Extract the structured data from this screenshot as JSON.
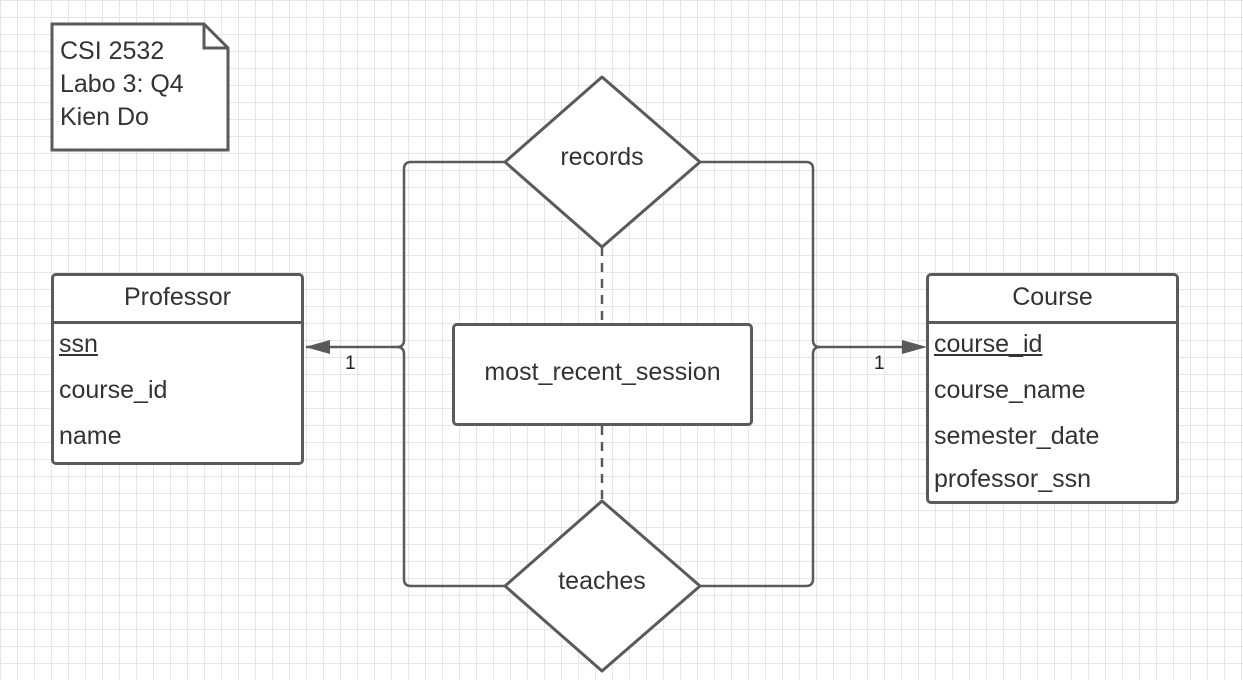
{
  "note": {
    "lines": [
      "CSI 2532",
      "Labo 3: Q4",
      "Kien Do"
    ]
  },
  "entities": {
    "professor": {
      "title": "Professor",
      "attributes": [
        "ssn",
        "course_id",
        "name"
      ],
      "primary_key": "ssn"
    },
    "course": {
      "title": "Course",
      "attributes": [
        "course_id",
        "course_name",
        "semester_date",
        "professor_ssn"
      ],
      "primary_key": "course_id"
    }
  },
  "relationships": {
    "records": "records",
    "teaches": "teaches"
  },
  "relationship_attribute": "most_recent_session",
  "cardinalities": {
    "professor_side": "1",
    "course_side": "1"
  },
  "colors": {
    "line": "#5a5a5a",
    "text": "#333333",
    "grid": "#e6e6e6",
    "background": "#ffffff"
  }
}
